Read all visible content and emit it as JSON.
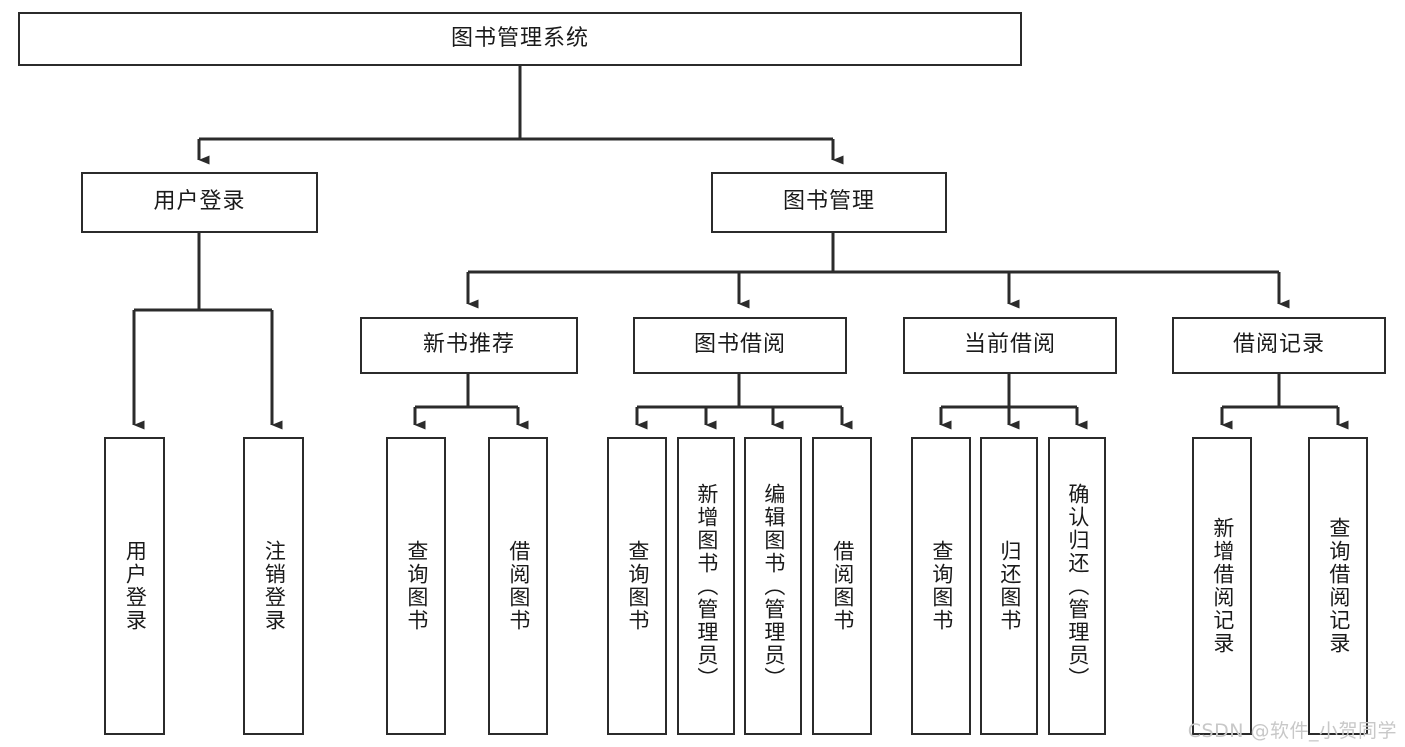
{
  "diagram": {
    "title": "图书管理系统",
    "type": "tree-hierarchy-chart",
    "nodes": {
      "root": {
        "label": "图书管理系统"
      },
      "level2": [
        {
          "id": "user-login",
          "label": "用户登录"
        },
        {
          "id": "book-management",
          "label": "图书管理"
        }
      ],
      "level3": [
        {
          "id": "new-book-recommend",
          "label": "新书推荐"
        },
        {
          "id": "book-borrow",
          "label": "图书借阅"
        },
        {
          "id": "current-borrow",
          "label": "当前借阅"
        },
        {
          "id": "borrow-record",
          "label": "借阅记录"
        }
      ],
      "leaves": {
        "user_login": [
          {
            "id": "leaf-user-login",
            "label": "用户登录"
          },
          {
            "id": "leaf-logout-login",
            "label": "注销登录"
          }
        ],
        "new_book_recommend": [
          {
            "id": "leaf-query-book-1",
            "label": "查询图书"
          },
          {
            "id": "leaf-borrow-book-1",
            "label": "借阅图书"
          }
        ],
        "book_borrow": [
          {
            "id": "leaf-query-book-2",
            "label": "查询图书"
          },
          {
            "id": "leaf-add-book",
            "label": "新增图书（管理员）"
          },
          {
            "id": "leaf-edit-book",
            "label": "编辑图书（管理员）"
          },
          {
            "id": "leaf-borrow-book-2",
            "label": "借阅图书"
          }
        ],
        "current_borrow": [
          {
            "id": "leaf-query-book-3",
            "label": "查询图书"
          },
          {
            "id": "leaf-return-book",
            "label": "归还图书"
          },
          {
            "id": "leaf-confirm-return",
            "label": "确认归还（管理员）"
          }
        ],
        "borrow_record": [
          {
            "id": "leaf-add-record",
            "label": "新增借阅记录"
          },
          {
            "id": "leaf-query-record",
            "label": "查询借阅记录"
          }
        ]
      }
    },
    "watermark": "CSDN @软件_小贺同学",
    "colors": {
      "stroke": "#2b2b2b",
      "background": "#ffffff",
      "text": "#1a1a1a",
      "watermark": "#c8c8c8"
    }
  }
}
